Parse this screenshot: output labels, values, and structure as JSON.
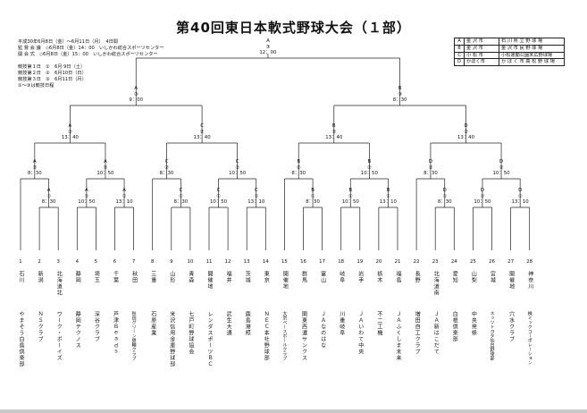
{
  "title": "第40回東日本軟式野球大会（１部）",
  "info": {
    "period": "平成30年6月8日（金）～6月11日（月）　4日間",
    "meeting": "監 督 会 議　◇6月8日（金）14：00　いしかわ総合スポーツセンター",
    "opening": "開 会 式　◇6月8日（金）15：00　いしかわ総合スポーツセンター",
    "day1": "競技第１日　①　6月 9日（土）",
    "day2": "競技第２日　②　6月10日（日）",
    "day3": "競技第３日　③　6月11日（月）",
    "note": "①～③は競技日程"
  },
  "venues": [
    {
      "key": "A",
      "city": "金 沢 市",
      "name": "石 川 県 立 野 球 場"
    },
    {
      "key": "B",
      "city": "金 沢 市",
      "name": "金 沢 市 民 野 球 場"
    },
    {
      "key": "C",
      "city": "小 松 市",
      "name": "小松運動公園末広野球場"
    },
    {
      "key": "D",
      "city": "かほく市",
      "name": "か ほ く 市 高 松 野 球 場"
    }
  ],
  "matches": {
    "final": "A\n③\n12：00",
    "sfL": "A\n③\n9：00",
    "sfR": "B\n③\n8：30",
    "qf1": "A\n②\n13：40",
    "qf2": "C\n②\n13：40",
    "qf3": "B\n②\n13：40",
    "qf4": "D\n②\n13：40",
    "r2_1": "A\n②\n8：30",
    "r2_2": "A\n②\n10：50",
    "r2_3": "C\n②\n8：30",
    "r2_4": "C\n②\n10：50",
    "r2_5": "B\n②\n8：30",
    "r2_6": "B\n②\n10：50",
    "r2_7": "D\n②\n8：30",
    "r2_8": "D\n②\n10：50",
    "r1_1": "A\n①\n8：30",
    "r1_2": "A\n①\n10：50",
    "r1_3": "A\n①\n13：10",
    "r1_4": "C\n①\n8：30",
    "r1_5": "C\n①\n10：50",
    "r1_6": "C\n①\n13：10",
    "r1_7": "B\n①\n8：30",
    "r1_8": "B\n①\n10：50",
    "r1_9": "B\n①\n13：10",
    "r1_10": "D\n①\n8：30",
    "r1_11": "D\n①\n10：50",
    "r1_12": "D\n①\n13：10"
  },
  "teams": [
    {
      "num": "1",
      "pref": "石川",
      "name": "やまそう白鳥倶楽部"
    },
    {
      "num": "2",
      "pref": "新潟",
      "name": "ＮＳクラブ"
    },
    {
      "num": "3",
      "pref": "北海道北",
      "name": "ワーク・ボーイズ"
    },
    {
      "num": "4",
      "pref": "静岡",
      "name": "静岡テクノス"
    },
    {
      "num": "5",
      "pref": "埼玉",
      "name": "深谷クラブ"
    },
    {
      "num": "6",
      "pref": "千葉",
      "name": "芦津Ｂｅａｄｓ"
    },
    {
      "num": "7",
      "pref": "秋田",
      "name": "秋田グリーン鉄輪クラブ"
    },
    {
      "num": "8",
      "pref": "三重",
      "name": "石原産業"
    },
    {
      "num": "9",
      "pref": "山形",
      "name": "米沢信用金庫野球部"
    },
    {
      "num": "10",
      "pref": "青森",
      "name": "七戸町野球協会"
    },
    {
      "num": "11",
      "pref": "開催地",
      "name": "レンダスポーツＢＣ"
    },
    {
      "num": "12",
      "pref": "福井",
      "name": "武生大通"
    },
    {
      "num": "13",
      "pref": "茨城",
      "name": "鹿島港照"
    },
    {
      "num": "14",
      "pref": "東京",
      "name": "ＮＥＣ本社野球部"
    },
    {
      "num": "15",
      "pref": "開催地",
      "name": "大宗ベースボールクラブ"
    },
    {
      "num": "16",
      "pref": "群馬",
      "name": "関東西濃サンクス"
    },
    {
      "num": "17",
      "pref": "富山",
      "name": "ＪＡなのはな"
    },
    {
      "num": "18",
      "pref": "岐阜",
      "name": "川重岐阜"
    },
    {
      "num": "19",
      "pref": "岩手",
      "name": "ＪＡいわて中央"
    },
    {
      "num": "20",
      "pref": "栃木",
      "name": "不二工機"
    },
    {
      "num": "21",
      "pref": "福島",
      "name": "ＪＡふくしま未来"
    },
    {
      "num": "22",
      "pref": "長野",
      "name": "増田自工クラブ"
    },
    {
      "num": "23",
      "pref": "北海道南",
      "name": "ＪＡ新はこだて"
    },
    {
      "num": "24",
      "pref": "愛知",
      "name": "白根倶楽部"
    },
    {
      "num": "25",
      "pref": "山梨",
      "name": "中央発條"
    },
    {
      "num": "26",
      "pref": "宮城",
      "name": "ネッツトヨタ仙台野球部"
    },
    {
      "num": "27",
      "pref": "開催地",
      "name": "穴水クラブ"
    },
    {
      "num": "28",
      "pref": "神奈川",
      "name": "株ミックコーポレーション"
    }
  ]
}
